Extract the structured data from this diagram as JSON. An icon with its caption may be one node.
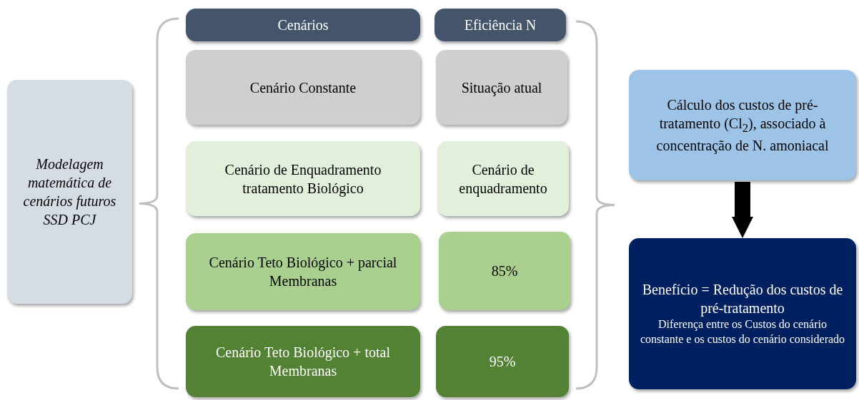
{
  "diagram": {
    "nodes": [
      {
        "text": [
          "Modelagem matemática de cenários futuros SSD PCJ"
        ]
      },
      {
        "text": [
          "Cenários"
        ]
      },
      {
        "text": [
          "Eficiência N"
        ]
      },
      {
        "text": [
          "Cenário Constante"
        ]
      },
      {
        "text": [
          "Situação atual"
        ]
      },
      {
        "text": [
          "Cenário de Enquadramento tratamento Biológico"
        ]
      },
      {
        "text": [
          "Cenário de enquadramento"
        ]
      },
      {
        "text": [
          "Cenário Teto Biológico + parcial Membranas"
        ]
      },
      {
        "text": [
          "85%"
        ]
      },
      {
        "text": [
          "Cenário Teto Biológico + total Membranas"
        ]
      },
      {
        "text": [
          "95%"
        ]
      },
      {
        "text": [
          "Cálculo dos custos de pré-tratamento (Cl$_{2}$), associado à concentração de N. amoniacal"
        ]
      },
      {
        "text": [
          "Benefício = Redução dos custos de pré-tratamento",
          "Diferença entre os Custos do cenário constante e os custos do cenário considerado"
        ]
      }
    ],
    "edges": [
      {
        "from": 11,
        "to": 12,
        "arrow": "to"
      }
    ]
  }
}
